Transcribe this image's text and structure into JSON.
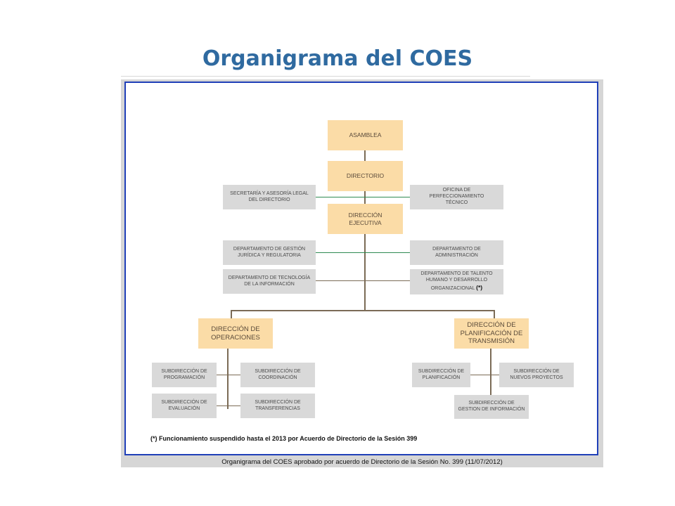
{
  "title": "Organigrama del COES",
  "chart": {
    "asamblea": "ASAMBLEA",
    "directorio": "DIRECTORIO",
    "secretaria": "SECRETARÍA Y ASESORÍA LEGAL DEL DIRECTORIO",
    "oficina": "OFICINA DE PERFECCIONAMIENTO TÉCNICO",
    "direccion_ejecutiva": "DIRECCIÓN EJECUTIVA",
    "dep_gestion": "DEPARTAMENTO DE GESTIÓN JURÍDICA Y REGULATORIA",
    "dep_administracion": "DEPARTAMENTO DE ADMINISTRACIÓN",
    "dep_tecnologia": "DEPARTAMENTO DE TECNOLOGÍA DE LA INFORMACIÓN",
    "dep_talento": "DEPARTAMENTO DE TALENTO HUMANO Y DESARROLLO ORGANIZACIONAL",
    "dep_talento_mark": "(*)",
    "dir_operaciones": "DIRECCIÓN DE OPERACIONES",
    "dir_planificacion": "DIRECCIÓN DE PLANIFICACIÓN DE TRANSMISIÓN",
    "sub_programacion": "SUBDIRECCIÓN DE PROGRAMACIÓN",
    "sub_coordinacion": "SUBDIRECCIÓN DE COORDINACIÓN",
    "sub_evaluacion": "SUBDIRECCIÓN DE EVALUACIÓN",
    "sub_transferencias": "SUBDIRECCIÓN DE TRANSFERENCIAS",
    "sub_planificacion": "SUBDIRECCIÓN DE PLANIFICACIÓN",
    "sub_nuevos": "SUBDIRECCIÓN DE NUEVOS PROYECTOS",
    "sub_gestion_info": "SUBDIRECCIÓN DE GESTION DE INFORMACIÓN"
  },
  "footnote": "(*) Funcionamiento suspendido hasta el 2013 por Acuerdo de Directorio de la Sesión 399",
  "caption": "Organigrama del COES aprobado por acuerdo de Directorio de la Sesión No. 399 (11/07/2012)",
  "colors": {
    "title": "#2f6aa0",
    "frame_border": "#1f3fb8",
    "primary_box": "#fbdca7",
    "secondary_box": "#d9d9d9",
    "connector": "#7b6b56",
    "green_connector": "#2f8a52"
  }
}
